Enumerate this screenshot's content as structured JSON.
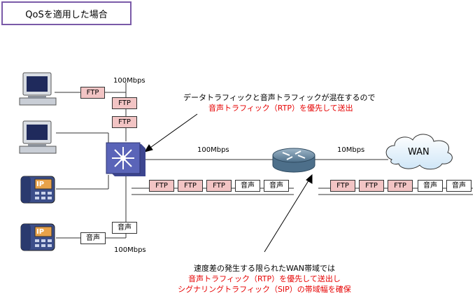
{
  "title": "QoSを適用した場合",
  "labels": {
    "speed_top": "100Mbps",
    "speed_mid": "100Mbps",
    "speed_wan": "10Mbps",
    "speed_bottom": "100Mbps",
    "wan": "WAN",
    "ip_phone_1": "IP",
    "ip_phone_2": "IP"
  },
  "packets": {
    "pc1_ftp": "FTP",
    "uplink_ftp_1": "FTP",
    "uplink_ftp_2": "FTP",
    "phone2_voice": "音声",
    "downlink_voice": "音声",
    "lan_queue": [
      "FTP",
      "FTP",
      "FTP",
      "音声",
      "音声"
    ],
    "wan_queue": [
      "FTP",
      "FTP",
      "FTP",
      "音声",
      "音声"
    ]
  },
  "notes": {
    "top_line1": "データトラフィックと音声トラフィックが混在するので",
    "top_line2": "音声トラフィック（RTP）を優先して送出",
    "bottom_line1": "速度差の発生する限られたWAN帯域では",
    "bottom_line2": "音声トラフィック（RTP）を優先して送出し",
    "bottom_line3": "シグナリングトラフィック（SIP）の帯域幅を確保"
  },
  "colors": {
    "ftp_fill": "#f2c4c4",
    "highlight_text": "#e60000",
    "switch_fill": "#5a64b8",
    "router_fill": "#6f8fa8",
    "title_border": "#7a5aa8"
  }
}
